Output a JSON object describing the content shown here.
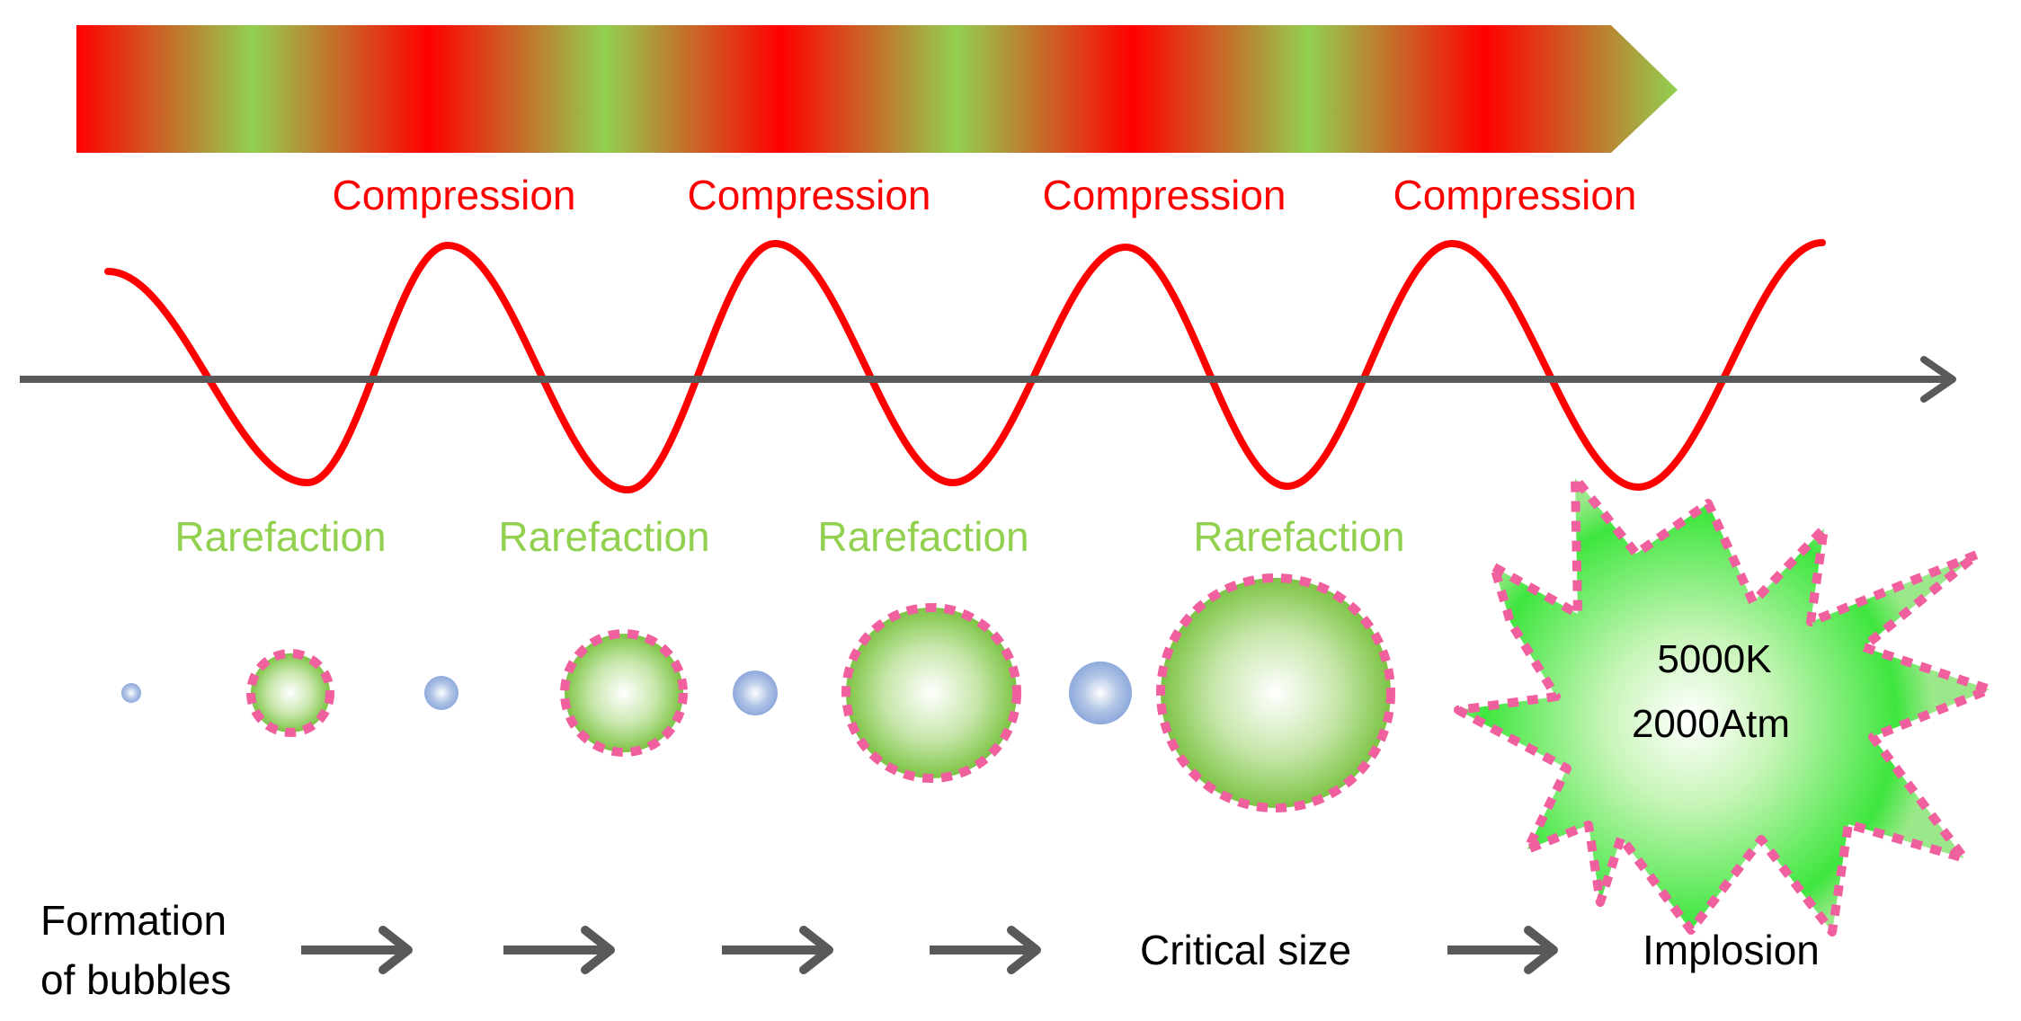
{
  "colors": {
    "compression": "#ff0000",
    "rarefaction": "#92d050",
    "axis": "#595959",
    "bubble_pink": "#f0609e",
    "bubble_green": "#92d050",
    "bubble_blue": "#8ea9db",
    "text": "#000000"
  },
  "compression_labels": [
    "Compression",
    "Compression",
    "Compression",
    "Compression"
  ],
  "rarefaction_labels": [
    "Rarefaction",
    "Rarefaction",
    "Rarefaction",
    "Rarefaction"
  ],
  "implosion": {
    "temperature": "5000K",
    "pressure": "2000Atm"
  },
  "stages": {
    "formation_line1": "Formation",
    "formation_line2": "of bubbles",
    "critical": "Critical size",
    "implosion": "Implosion"
  },
  "icons": {
    "wave_arrow": "wave-direction-arrow-icon",
    "step_arrow": "right-arrow-icon"
  }
}
